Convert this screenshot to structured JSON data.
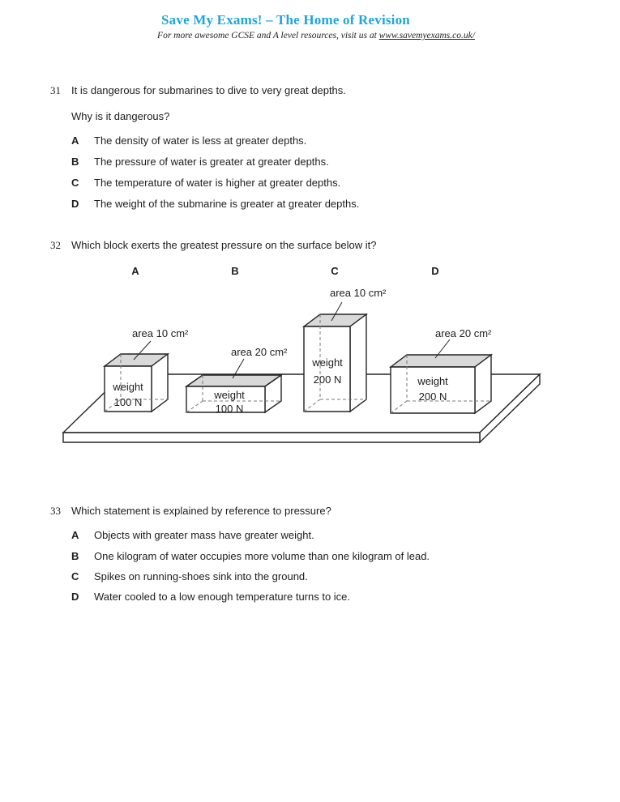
{
  "header": {
    "title": "Save My Exams! – The Home of Revision",
    "subtitle_prefix": "For more awesome GCSE and A level resources, visit us at ",
    "subtitle_link": "www.savemyexams.co.uk/"
  },
  "colors": {
    "brand_blue": "#1ea5dc",
    "body_text": "#1d1d1f",
    "block_top_gray": "#d9d9d9"
  },
  "questions": {
    "q31": {
      "number": "31",
      "text": "It is dangerous for submarines to dive to very great depths.",
      "subtext": "Why is it dangerous?",
      "options": [
        {
          "letter": "A",
          "text": "The density of water is less at greater depths."
        },
        {
          "letter": "B",
          "text": "The pressure of water is greater at greater depths."
        },
        {
          "letter": "C",
          "text": "The temperature of water is higher at greater depths."
        },
        {
          "letter": "D",
          "text": "The weight of the submarine is greater at greater depths."
        }
      ]
    },
    "q32": {
      "number": "32",
      "text": "Which block exerts the greatest pressure on the surface below it?",
      "diagram": {
        "column_labels": [
          "A",
          "B",
          "C",
          "D"
        ],
        "blocks": [
          {
            "area_label": "area 10 cm²",
            "weight_label": "weight",
            "weight_value": "100 N"
          },
          {
            "area_label": "area 20 cm²",
            "weight_label": "weight",
            "weight_value": "100 N"
          },
          {
            "area_label": "area 10 cm²",
            "weight_label": "weight",
            "weight_value": "200 N"
          },
          {
            "area_label": "area 20 cm²",
            "weight_label": "weight",
            "weight_value": "200 N"
          }
        ]
      }
    },
    "q33": {
      "number": "33",
      "text": "Which statement is explained by reference to pressure?",
      "options": [
        {
          "letter": "A",
          "text": "Objects with greater mass have greater weight."
        },
        {
          "letter": "B",
          "text": "One kilogram of water occupies more volume than one kilogram of lead."
        },
        {
          "letter": "C",
          "text": "Spikes on running-shoes sink into the ground."
        },
        {
          "letter": "D",
          "text": "Water cooled to a low enough temperature turns to ice."
        }
      ]
    }
  }
}
